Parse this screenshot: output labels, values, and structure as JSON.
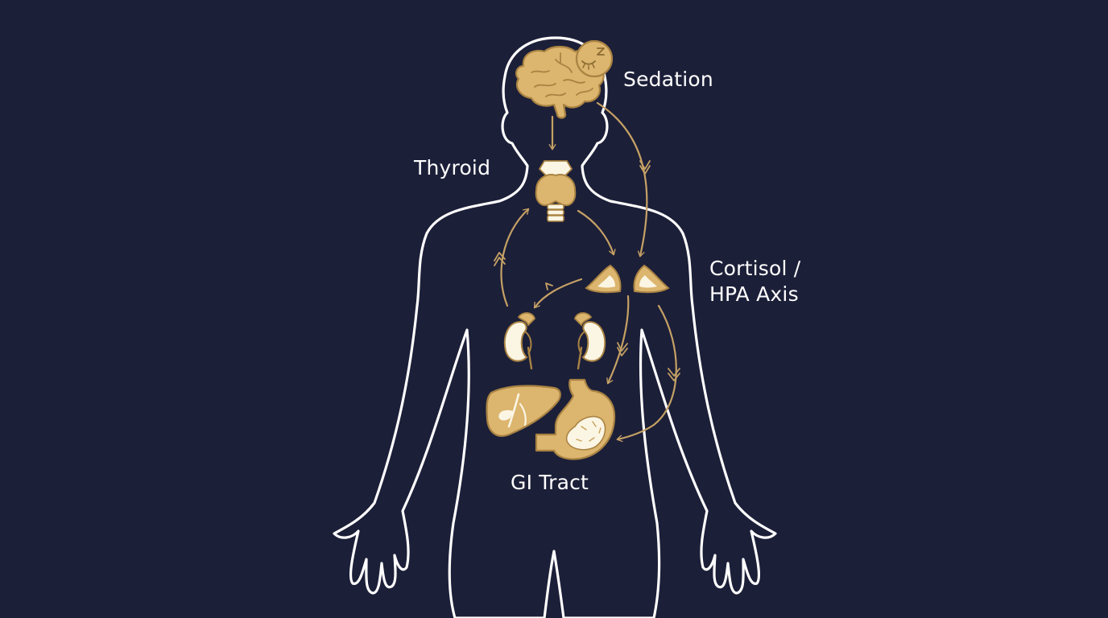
{
  "labels": {
    "sedation": "Sedation",
    "thyroid": "Thyroid",
    "cortisol_line1": "Cortisol /",
    "cortisol_line2": "HPA Axis",
    "gi_tract": "GI Tract"
  },
  "colors": {
    "background": "#1c1f38",
    "body_outline": "#ffffff",
    "organ_fill": "#dcb56e",
    "organ_stroke": "#a98343",
    "organ_light": "#fbf5e3",
    "arrow": "#c5a165",
    "label_text": "#ffffff"
  },
  "icons": [
    "brain-icon",
    "sleep-icon",
    "thyroid-icon",
    "adrenal-gland-icon",
    "kidney-icon",
    "liver-icon",
    "stomach-icon"
  ]
}
